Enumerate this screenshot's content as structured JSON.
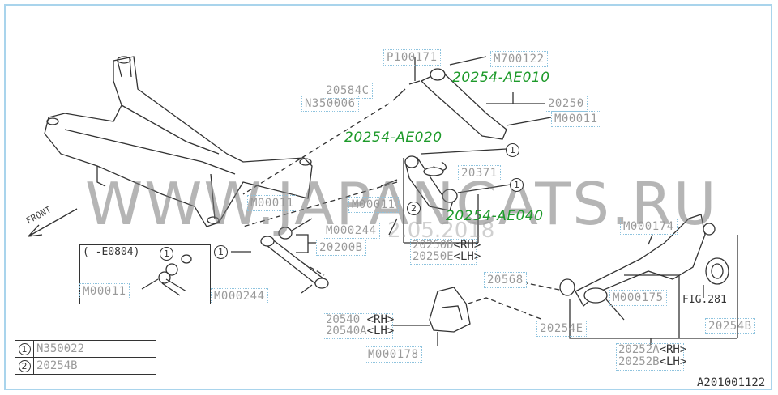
{
  "watermark": "WWW.JAPANCATS.RU",
  "watermark_date": "2.05.2018",
  "direction_label": "FRONT",
  "diagram_id": "A201001122",
  "highlighted_parts": [
    "20254-AE010",
    "20254-AE020",
    "20254-AE040"
  ],
  "labels": {
    "p100171": "P100171",
    "m700122": "M700122",
    "c20584c": "20584C",
    "n350006": "N350006",
    "c20250": "20250",
    "m00011_a": "M00011",
    "c20371": "20371",
    "m00011_b": "M00011",
    "m00011_c": "M00011",
    "m000244_a": "M000244",
    "c20200b": "20200B",
    "m000174": "M000174",
    "m00011_inset": "M00011",
    "m000244_b": "M000244",
    "c20568": "20568",
    "m000175": "M000175",
    "fig281": "FIG.281",
    "c20254e": "20254E",
    "c20254b": "20254B",
    "m000178": "M000178"
  },
  "dual_labels": {
    "d20250": {
      "rh": "20250D",
      "rh_side": "<RH>",
      "lh": "20250E",
      "lh_side": "<LH>"
    },
    "d20540": {
      "rh": "20540",
      "rh_side": " <RH>",
      "lh": "20540A",
      "lh_side": "<LH>"
    },
    "d20252": {
      "rh": "20252A",
      "rh_side": "<RH>",
      "lh": "20252B",
      "lh_side": "<LH>"
    }
  },
  "inset": {
    "title": "( -E0804)"
  },
  "callouts": {
    "one": "1",
    "two": "2"
  },
  "legend": [
    {
      "num": "1",
      "part": "N350022"
    },
    {
      "num": "2",
      "part": "20254B"
    }
  ],
  "colors": {
    "highlight": "#1d9a2a",
    "frame": "#a9d4ec",
    "label_border": "#8ec3de"
  }
}
